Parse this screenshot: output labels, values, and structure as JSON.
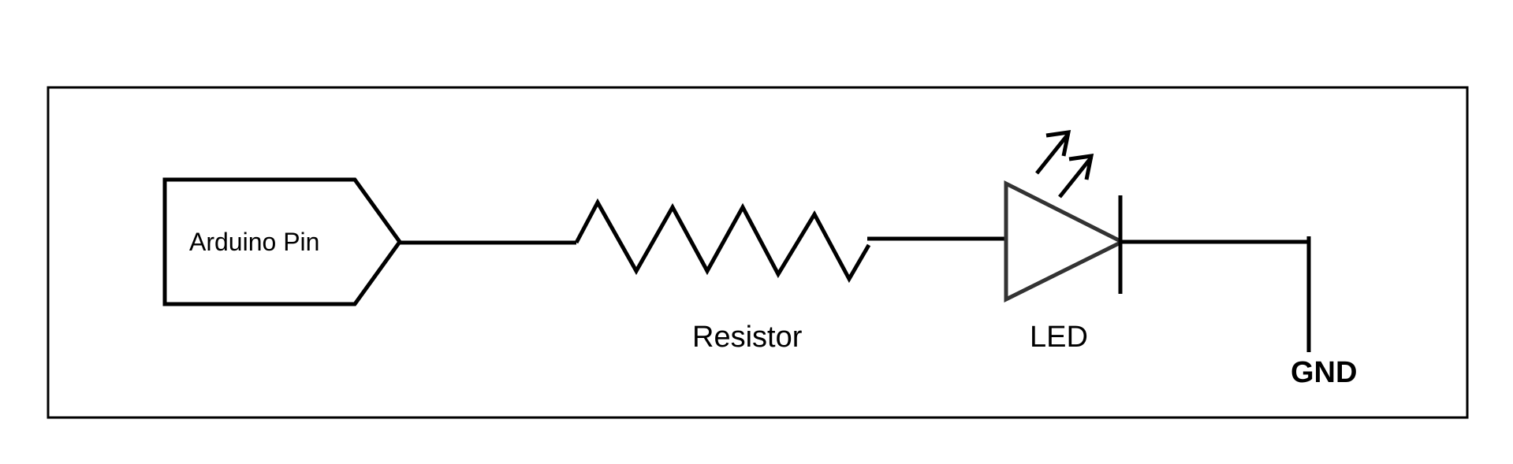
{
  "diagram": {
    "source_label": "Arduino Pin",
    "resistor_label": "Resistor",
    "led_label": "LED",
    "ground_label": "GND"
  },
  "colors": {
    "line": "#000000",
    "diode_outline": "#333333",
    "background": "#ffffff"
  }
}
